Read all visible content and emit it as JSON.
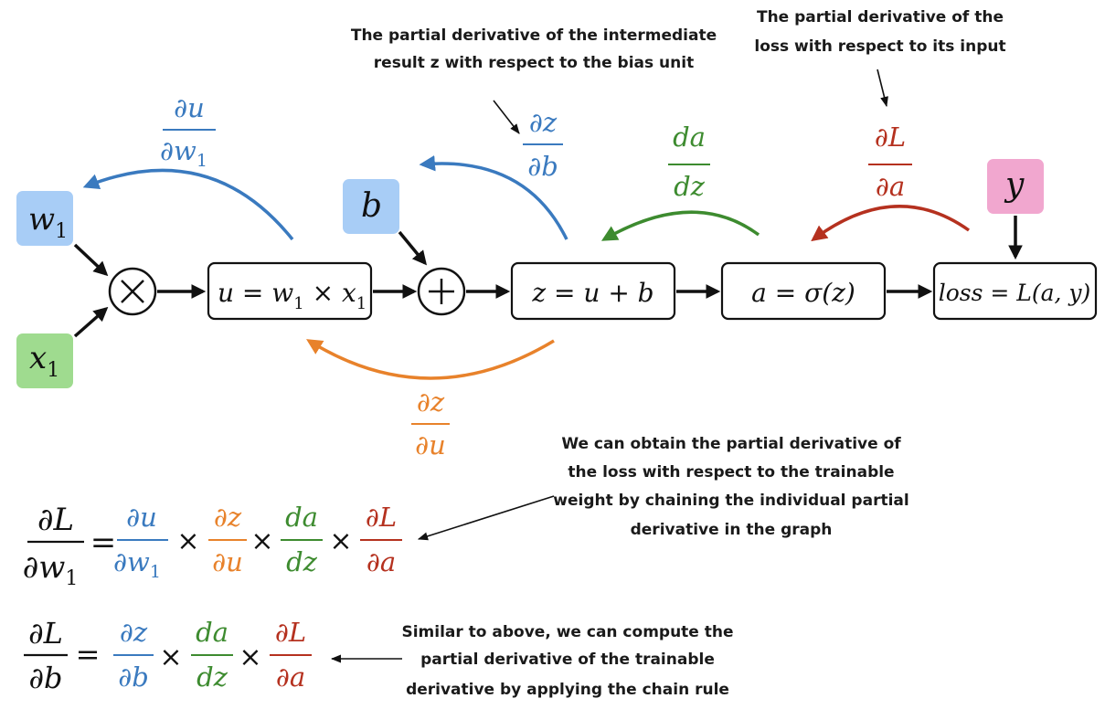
{
  "colors": {
    "blue": "#3a7abf",
    "orange": "#e8822b",
    "green": "#3d8b2f",
    "red": "#b5311f",
    "w_box": "#a8cdf6",
    "b_box": "#a8cdf6",
    "x_box": "#9fdb8f",
    "y_box": "#f1a7cf",
    "black": "#111111"
  },
  "inputs": {
    "w1": {
      "base": "w",
      "sub": "1"
    },
    "x1": {
      "base": "x",
      "sub": "1"
    },
    "b": "b",
    "y": "y"
  },
  "ops": {
    "multiply": "⊗",
    "add": "⊕"
  },
  "nodes": {
    "u": {
      "lhs": "u = w",
      "sub": "1",
      "rhs": " × x",
      "sub2": "1"
    },
    "z": "z = u + b",
    "a": "a = σ(z)",
    "loss": "loss = L(a, y)"
  },
  "derivatives": {
    "du_dw1": {
      "num": "∂u",
      "den": "∂w",
      "den_sub": "1"
    },
    "dz_db": {
      "num": "∂z",
      "den": "∂b"
    },
    "da_dz": {
      "num": "da",
      "den": "dz"
    },
    "dL_da": {
      "num": "∂L",
      "den": "∂a"
    },
    "dz_du": {
      "num": "∂z",
      "den": "∂u"
    }
  },
  "annotations": {
    "bias_note": [
      "The partial derivative of the intermediate",
      "result z with respect to the bias unit"
    ],
    "loss_note": [
      "The partial derivative of the",
      "loss with respect to its input"
    ],
    "weight_note": [
      "We can obtain the partial derivative of",
      "the loss with respect to the trainable",
      "weight by chaining the individual partial",
      "derivative in the graph"
    ],
    "bias_chain_note": [
      "Similar to above, we can compute the",
      "partial derivative of the trainable",
      "derivative by applying the chain rule"
    ]
  },
  "equations": {
    "eq1": {
      "lhs_num": "∂L",
      "lhs_den": "∂w",
      "lhs_den_sub": "1",
      "equals": "=",
      "times": "×"
    },
    "eq2": {
      "lhs_num": "∂L",
      "lhs_den": "∂b",
      "equals": "=",
      "times": "×"
    }
  }
}
